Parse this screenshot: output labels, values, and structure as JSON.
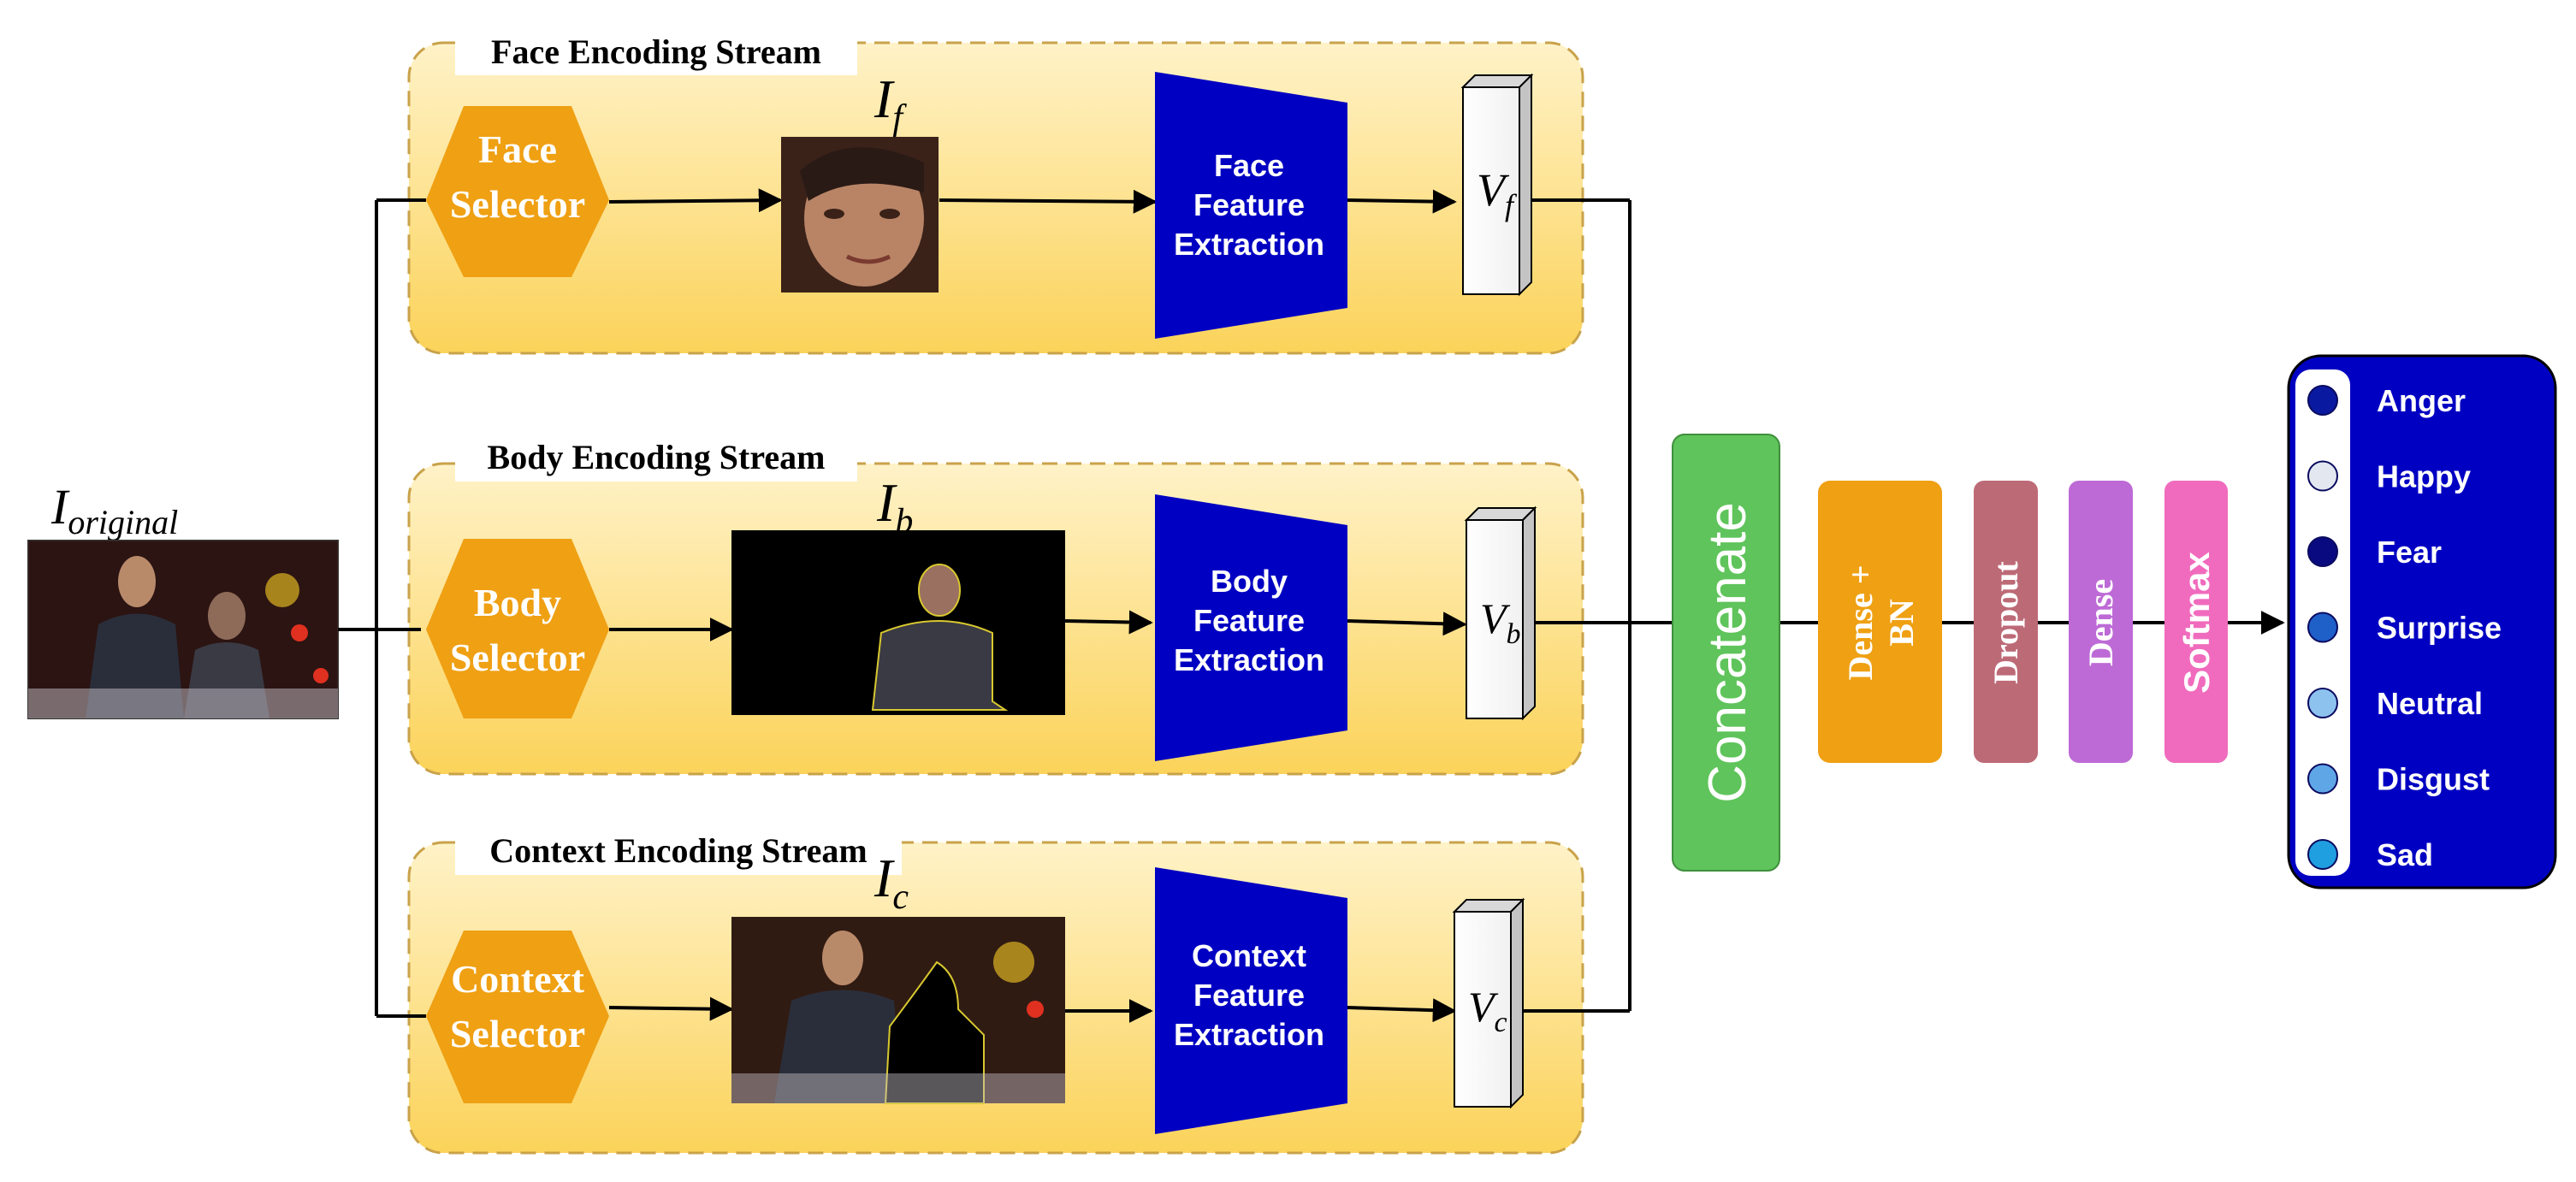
{
  "colors": {
    "stream_fill_top": "#fff2c8",
    "stream_fill_bottom": "#fbd35a",
    "stream_border": "#c9a24a",
    "selector": "#efa013",
    "extractor": "#0000c2",
    "concatenate": "#5fc45b",
    "dense_bn": "#efa013",
    "dropout": "#bd6a77",
    "dense": "#bd6ad6",
    "softmax": "#f06bbd",
    "output_panel": "#0000c2",
    "line": "#000000"
  },
  "input": {
    "label_main": "I",
    "label_sub": "original"
  },
  "streams": [
    {
      "title": "Face Encoding Stream",
      "selector_line1": "Face",
      "selector_line2": "Selector",
      "image_label_main": "I",
      "image_label_sub": "f",
      "extractor_line1": "Face",
      "extractor_line2": "Feature",
      "extractor_line3": "Extraction",
      "vector_main": "V",
      "vector_sub": "f"
    },
    {
      "title": "Body Encoding Stream",
      "selector_line1": "Body",
      "selector_line2": "Selector",
      "image_label_main": "I",
      "image_label_sub": "b",
      "extractor_line1": "Body",
      "extractor_line2": "Feature",
      "extractor_line3": "Extraction",
      "vector_main": "V",
      "vector_sub": "b"
    },
    {
      "title": "Context Encoding Stream",
      "selector_line1": "Context",
      "selector_line2": "Selector",
      "image_label_main": "I",
      "image_label_sub": "c",
      "extractor_line1": "Context",
      "extractor_line2": "Feature",
      "extractor_line3": "Extraction",
      "vector_main": "V",
      "vector_sub": "c"
    }
  ],
  "fusion": {
    "concatenate": "Concatenate",
    "dense_bn_line1": "Dense +",
    "dense_bn_line2": "BN",
    "dropout": "Dropout",
    "dense": "Dense",
    "softmax": "Softmax"
  },
  "emotions": [
    {
      "label": "Anger",
      "dot_color": "#0a1aa0"
    },
    {
      "label": "Happy",
      "dot_color": "#e3e8f0"
    },
    {
      "label": "Fear",
      "dot_color": "#0a0a80"
    },
    {
      "label": "Surprise",
      "dot_color": "#1f5fc8"
    },
    {
      "label": "Neutral",
      "dot_color": "#8ec2ee"
    },
    {
      "label": "Disgust",
      "dot_color": "#5fa6e6"
    },
    {
      "label": "Sad",
      "dot_color": "#1f9ee0"
    }
  ]
}
